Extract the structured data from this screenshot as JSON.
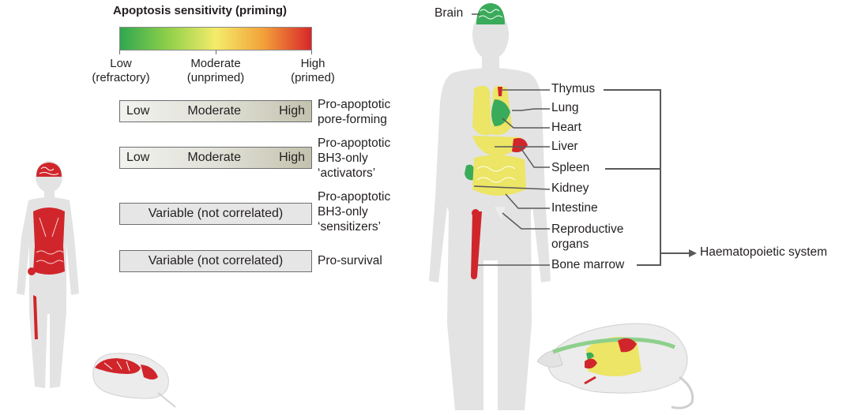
{
  "legend": {
    "title": "Apoptosis sensitivity (priming)",
    "scale_colors": [
      "#2fa84f",
      "#8fcf4a",
      "#f4ec6a",
      "#f2a13a",
      "#d8262a"
    ],
    "scale_labels": [
      {
        "line1": "Low",
        "line2": "(refractory)"
      },
      {
        "line1": "Moderate",
        "line2": "(unprimed)"
      },
      {
        "line1": "High",
        "line2": "(primed)"
      }
    ]
  },
  "protein_rows": [
    {
      "kind": "gradient",
      "left": "Low",
      "mid": "Moderate",
      "right": "High",
      "label_lines": [
        "Pro-apoptotic",
        "pore-forming"
      ]
    },
    {
      "kind": "gradient",
      "left": "Low",
      "mid": "Moderate",
      "right": "High",
      "label_lines": [
        "Pro-apoptotic",
        "BH3-only",
        "‘activators’"
      ]
    },
    {
      "kind": "flat",
      "text": "Variable (not correlated)",
      "label_lines": [
        "Pro-apoptotic",
        "BH3-only",
        "‘sensitizers’"
      ]
    },
    {
      "kind": "flat",
      "text": "Variable (not correlated)",
      "label_lines": [
        "Pro-survival"
      ]
    }
  ],
  "organs": {
    "brain": "Brain",
    "thymus": "Thymus",
    "lung": "Lung",
    "heart": "Heart",
    "liver": "Liver",
    "spleen": "Spleen",
    "kidney": "Kidney",
    "intestine": "Intestine",
    "reproductive_line1": "Reproductive",
    "reproductive_line2": "organs",
    "bone_marrow": "Bone marrow",
    "haematopoietic": "Haematopoietic system"
  },
  "colors": {
    "silhouette": "#e3e3e3",
    "green": "#3aab5a",
    "yellow": "#ece565",
    "red": "#d0262b",
    "line": "#58595b"
  }
}
